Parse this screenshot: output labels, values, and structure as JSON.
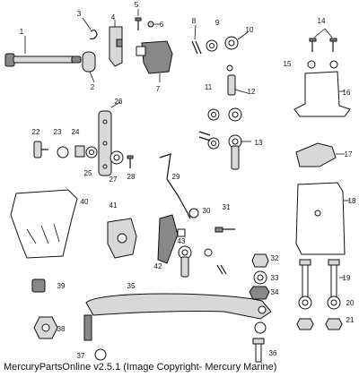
{
  "caption": "MercuryPartsOnline v2.5.1 (Image Copyright- Mercury Marine)",
  "part_numbers": [
    "1",
    "2",
    "3",
    "4",
    "5",
    "6",
    "7",
    "8",
    "9",
    "10",
    "11",
    "12",
    "13",
    "14",
    "15",
    "16",
    "17",
    "18",
    "19",
    "20",
    "21",
    "22",
    "23",
    "24",
    "25",
    "26",
    "27",
    "28",
    "29",
    "30",
    "31",
    "32",
    "33",
    "34",
    "35",
    "36",
    "37",
    "38",
    "39",
    "40",
    "41",
    "42",
    "43"
  ]
}
